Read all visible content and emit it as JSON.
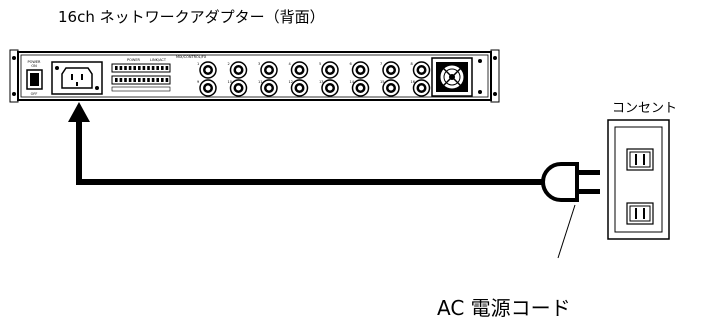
{
  "diagram": {
    "title": "16ch ネットワークアダプター（背面）",
    "outlet_label": "コンセント",
    "cord_label": "AC 電源コード"
  },
  "panel": {
    "power_on": "POWER\nON",
    "power_off": "OFF",
    "group_labels": [
      "POWER",
      "LINK/ACT",
      "MIX/CONTROL/FX"
    ],
    "bnc_top_numbers": [
      "1",
      "2",
      "3",
      "4",
      "5",
      "6",
      "7",
      "8"
    ],
    "bnc_bottom_numbers": [
      "9",
      "10",
      "11",
      "12",
      "13",
      "14",
      "15",
      "16"
    ]
  },
  "colors": {
    "line": "#000000",
    "panel_fill": "#ffffff",
    "background": "#ffffff"
  }
}
